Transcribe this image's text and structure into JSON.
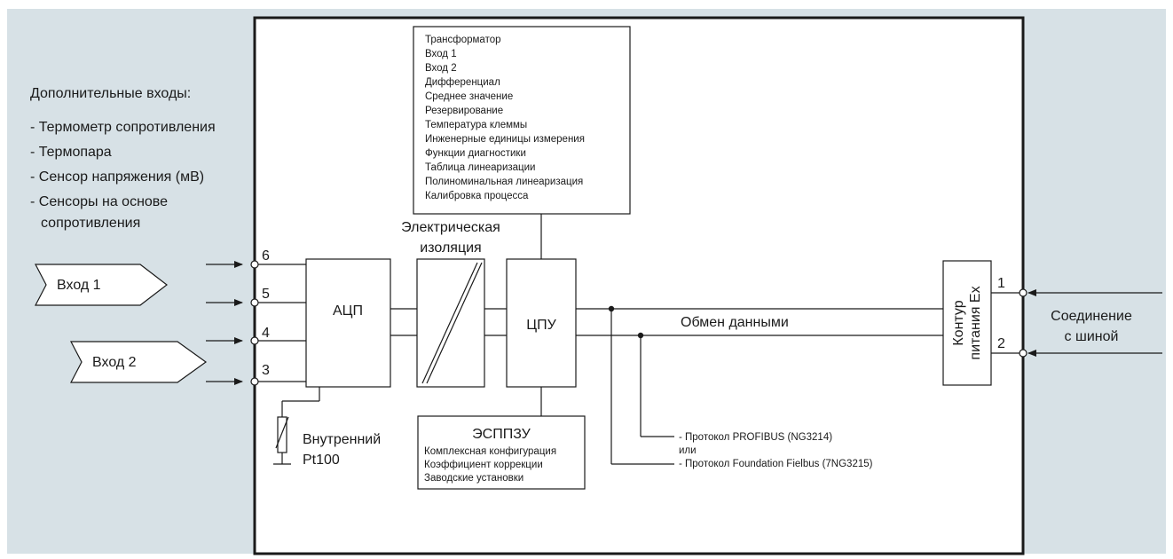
{
  "colors": {
    "background": "#d7e1e6",
    "panel": "#ffffff",
    "line": "#1a1a1a"
  },
  "side_inputs": {
    "title": "Дополнительные входы:",
    "items": [
      "- Термометр сопротивления",
      "- Термопара",
      "- Сенсор напряжения (мВ)",
      "- Сенсоры на основе",
      "  сопротивления"
    ]
  },
  "inputs": {
    "input1": "Вход 1",
    "input2": "Вход 2"
  },
  "terminals": {
    "t6": "6",
    "t5": "5",
    "t4": "4",
    "t3": "3",
    "t1": "1",
    "t2": "2"
  },
  "functions": [
    "Трансформатор",
    "Вход 1",
    "Вход 2",
    "Дифференциал",
    "Среднее значение",
    "Резервирование",
    "Температура клеммы",
    "Инженерные единицы измерения",
    "Функции диагностики",
    "Таблица линеаризации",
    "Полиноминальная линеаризация",
    "Калибровка процесса"
  ],
  "blocks": {
    "adc": "АЦП",
    "isolation_line1": "Электрическая",
    "isolation_line2": "изоляция",
    "cpu": "ЦПУ",
    "data_exchange": "Обмен данными",
    "power_line1": "Контур",
    "power_line2": "питания Ex"
  },
  "eeprom": {
    "title": "ЭСППЗУ",
    "lines": [
      "Комплексная конфигурация",
      "Коэффициент коррекции",
      "Заводские установки"
    ]
  },
  "sensor": {
    "line1": "Внутренний",
    "line2": "Pt100"
  },
  "protocols": {
    "profibus": "- Протокол PROFIBUS (NG3214)",
    "or": "или",
    "fieldbus": "- Протокол Foundation Fielbus (7NG3215)"
  },
  "bus": {
    "line1": "Соединение",
    "line2": "с шиной"
  }
}
